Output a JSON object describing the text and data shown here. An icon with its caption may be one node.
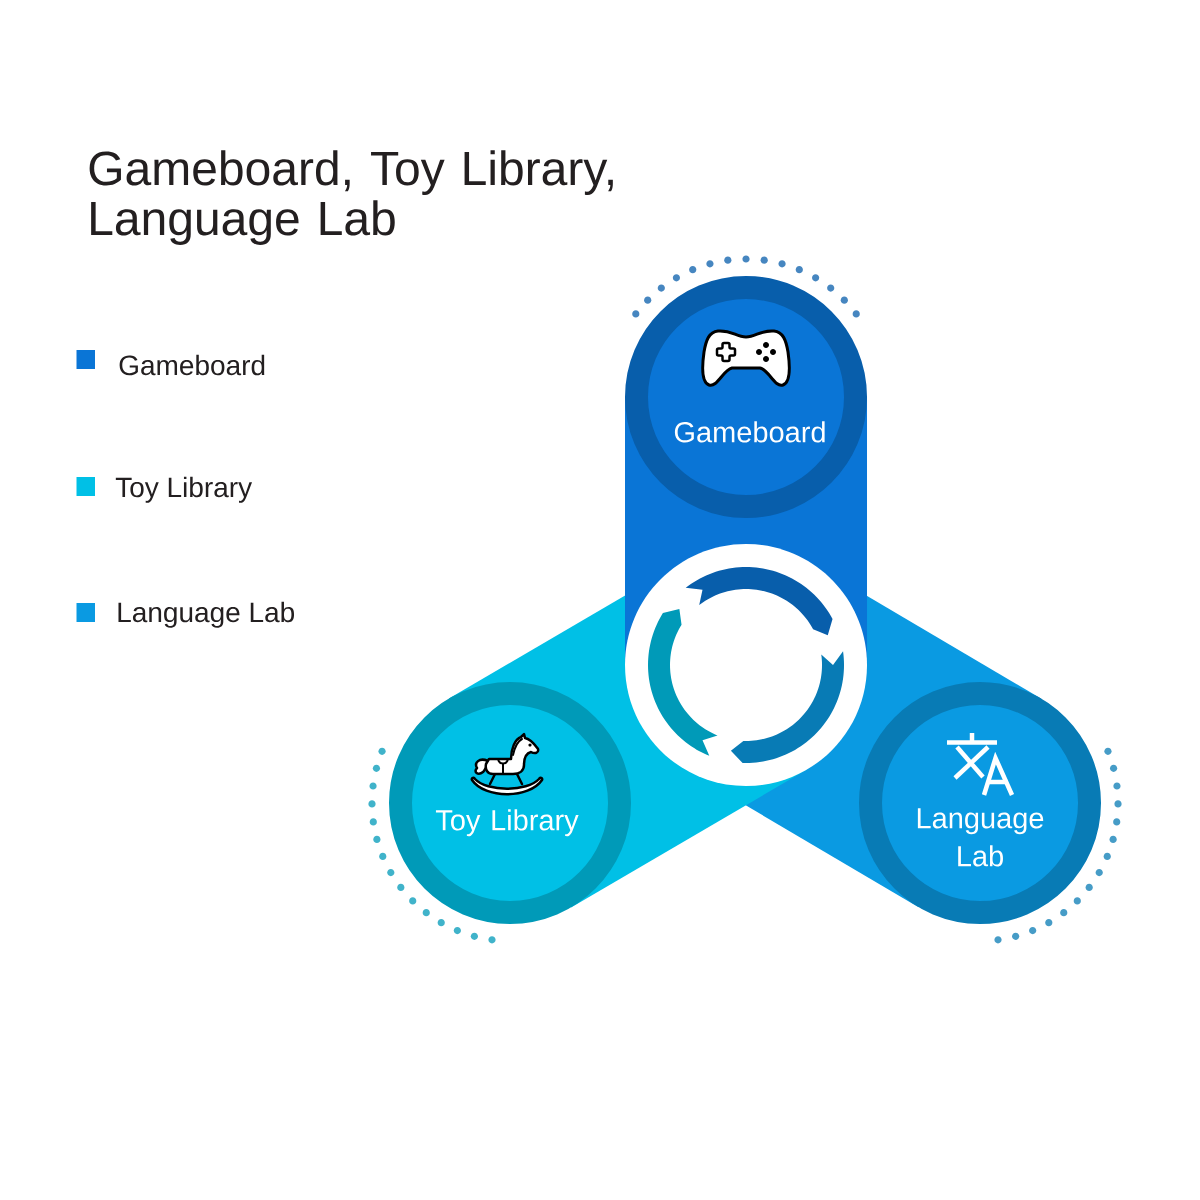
{
  "diagram": {
    "title": "Gameboard, Toy Library, Language Lab",
    "nodes": [
      {
        "text": [
          "Gameboard"
        ]
      },
      {
        "text": [],
        "shape": "circle"
      },
      {
        "text": [
          "Toy Library"
        ]
      },
      {
        "text": [
          "Language Lab"
        ]
      }
    ],
    "legend": [
      {
        "text": "Gameboard",
        "color": "#0a75d6"
      },
      {
        "text": "Toy Library",
        "color": "#00c0e6"
      },
      {
        "text": "Language Lab",
        "color": "#0a9ae2"
      }
    ]
  }
}
